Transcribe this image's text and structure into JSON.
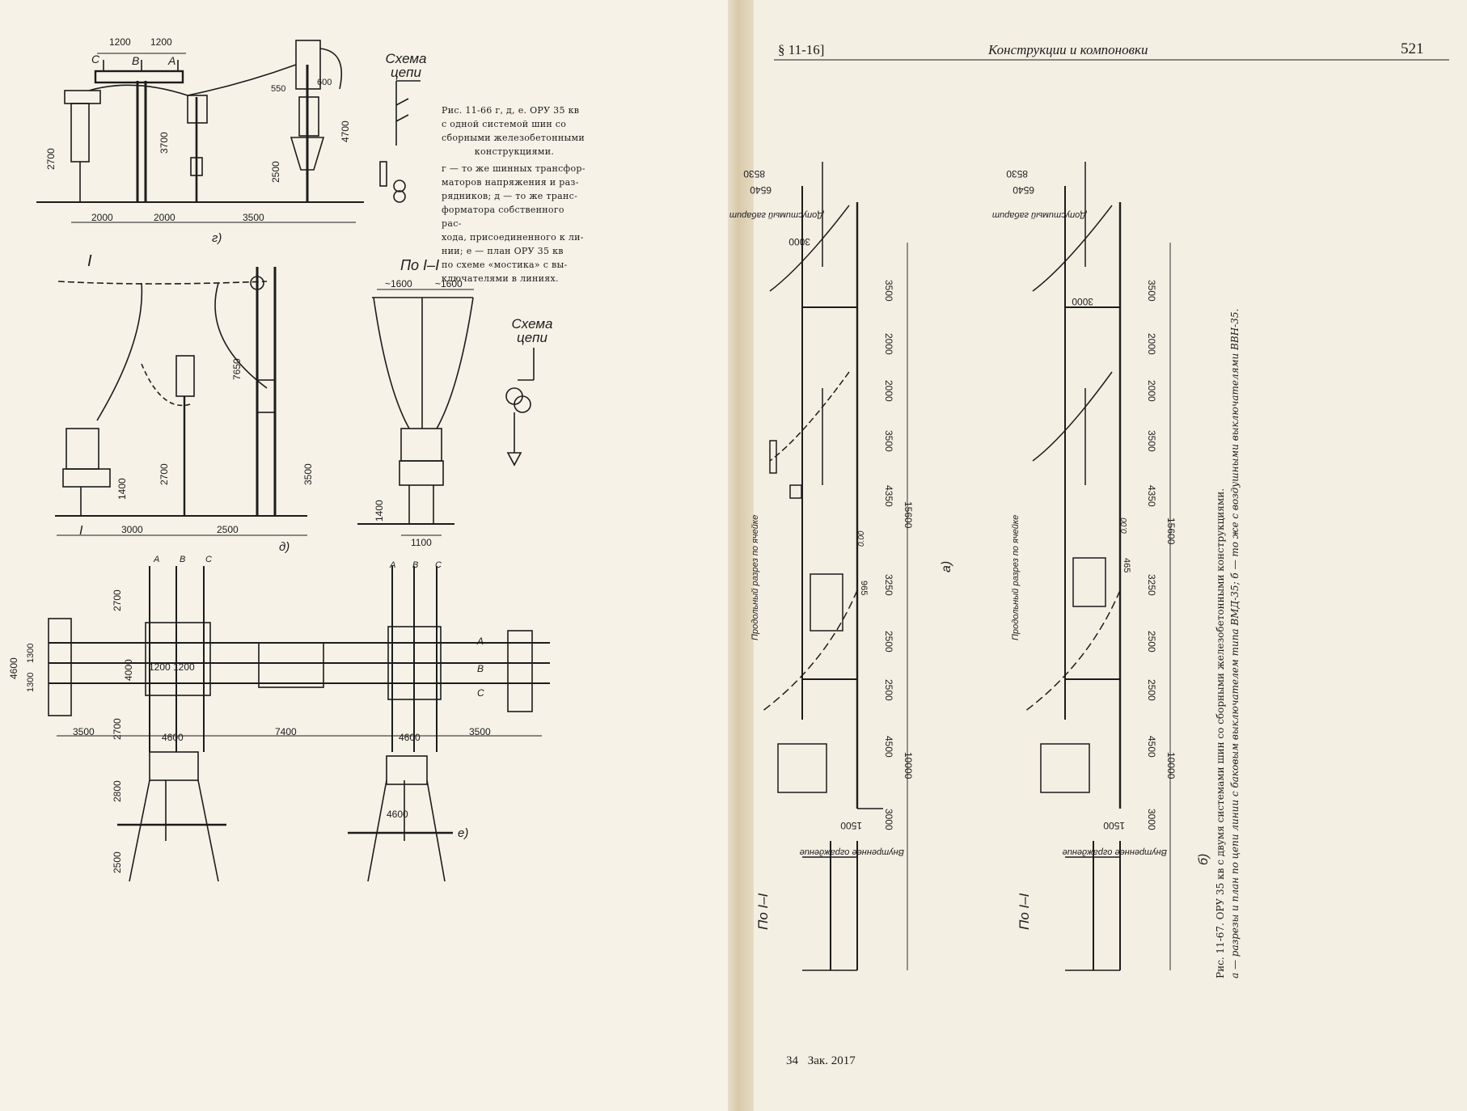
{
  "left_page": {
    "fig66_caption": {
      "title": "Рис. 11-66 г, д, е. ОРУ 35 кв с одной системой шин со сборными железобетонными конструкциями.",
      "lines": [
        "Рис. 11-66 г, д, е. ОРУ 35 кв",
        "с одной системой шин со",
        "сборными железобетонными",
        "конструкциями.",
        "г — то же шинных трансфор-",
        "маторов напряжения и раз-",
        "рядников; д — то же транс-",
        "форматора собственного рас-",
        "хода, присоединенного к ли-",
        "нии; е — план ОРУ 35 кв",
        "по схеме «мостика» с вы-",
        "ключателями в линиях."
      ]
    },
    "schema_label": "Схема цепи",
    "section_label": "По I–I",
    "section_mark": "I",
    "figure_letters": {
      "g": "г)",
      "d": "д)",
      "e": "е)"
    },
    "phases": [
      "A",
      "B",
      "C"
    ],
    "dims_g": {
      "top": [
        "1200",
        "1200"
      ],
      "bottom": [
        "2000",
        "2000",
        "3500"
      ],
      "vert": [
        "2700",
        "3700",
        "2500",
        "4700"
      ],
      "small": [
        "550",
        "600"
      ]
    },
    "dims_d": {
      "bottom": [
        "3000",
        "2500"
      ],
      "vert": [
        "1400",
        "2700",
        "7650",
        "3500"
      ]
    },
    "dims_section": {
      "top": [
        "~1600",
        "~1600"
      ],
      "bottom": "1100",
      "vert": "1400"
    },
    "dims_e": {
      "left_vert": [
        "4600",
        "1300",
        "1300"
      ],
      "bay_vert": [
        "2700",
        "4000",
        "2700",
        "2800",
        "2500"
      ],
      "horiz": [
        "3500",
        "7400",
        "3500"
      ],
      "inner": [
        "1200",
        "1200",
        "4600",
        "4600",
        "4600"
      ]
    }
  },
  "right_page": {
    "header": {
      "section": "§ 11-16]",
      "title": "Конструкции и компоновки",
      "page_number": "521"
    },
    "fig67_caption": {
      "title": "Рис. 11-67. ОРУ 35 кв с двумя системами шин со сборными железобетонными конструкциями.",
      "subtitle": "а — разрезы и план по цепи линии с баковым выключателем типа ВМД-35; б — то же с воздушными выключателями ВВН-35."
    },
    "labels": {
      "longitudinal": "Продольный разрез по ячейке",
      "fence": "Внутреннее ограждение",
      "clearance": "Допустимый габарит",
      "section": "По I–I",
      "sub_a": "а)",
      "sub_b": "б)",
      "zero": "0.00"
    },
    "dims_a": [
      "8530",
      "6540",
      "3000",
      "3500",
      "2000",
      "2000",
      "3500",
      "4350",
      "3250",
      "2500",
      "2500",
      "4500",
      "3000",
      "15600",
      "10000",
      "1500",
      "965"
    ],
    "dims_b": [
      "8530",
      "6540",
      "3000",
      "3500",
      "2000",
      "2000",
      "3500",
      "4350",
      "3250",
      "2500",
      "2500",
      "4500",
      "3000",
      "15600",
      "10000",
      "1500",
      "465"
    ],
    "footer": {
      "sheet": "34",
      "order": "Зак. 2017"
    }
  }
}
